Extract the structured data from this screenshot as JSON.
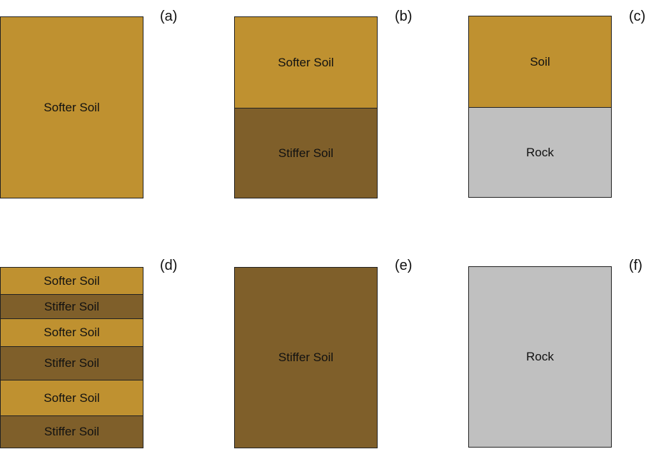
{
  "colors": {
    "softer": "#bf9130",
    "stiffer": "#7f5f2a",
    "rock": "#c0c0c0"
  },
  "panels": [
    {
      "label": "(a)",
      "layers": [
        {
          "name": "Softer Soil",
          "type": "softer"
        }
      ]
    },
    {
      "label": "(b)",
      "layers": [
        {
          "name": "Softer Soil",
          "type": "softer"
        },
        {
          "name": "Stiffer Soil",
          "type": "stiffer"
        }
      ]
    },
    {
      "label": "(c)",
      "layers": [
        {
          "name": "Soil",
          "type": "softer"
        },
        {
          "name": "Rock",
          "type": "rock"
        }
      ]
    },
    {
      "label": "(d)",
      "layers": [
        {
          "name": "Softer Soil",
          "type": "softer"
        },
        {
          "name": "Stiffer Soil",
          "type": "stiffer"
        },
        {
          "name": "Softer Soil",
          "type": "softer"
        },
        {
          "name": "Stiffer Soil",
          "type": "stiffer"
        },
        {
          "name": "Softer Soil",
          "type": "softer"
        },
        {
          "name": "Stiffer Soil",
          "type": "stiffer"
        }
      ]
    },
    {
      "label": "(e)",
      "layers": [
        {
          "name": "Stiffer Soil",
          "type": "stiffer"
        }
      ]
    },
    {
      "label": "(f)",
      "layers": [
        {
          "name": "Rock",
          "type": "rock"
        }
      ]
    }
  ]
}
